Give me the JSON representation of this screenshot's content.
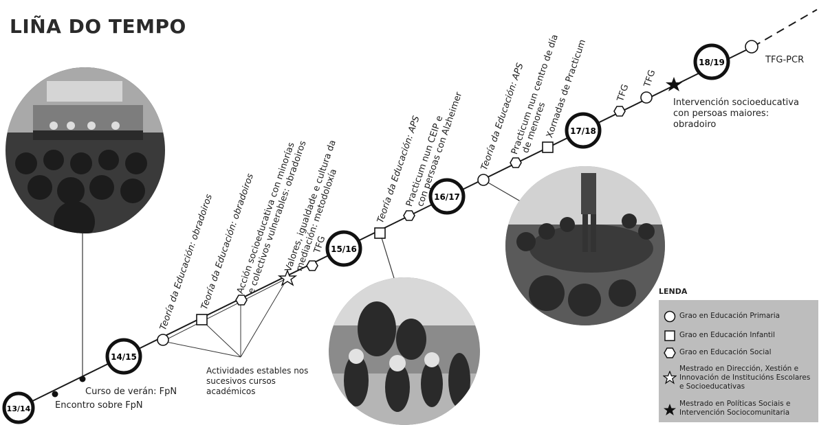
{
  "title": "LIÑA DO TEMPO",
  "years": [
    "13/14",
    "14/15",
    "15/16",
    "16/17",
    "17/18",
    "18/19"
  ],
  "labels": {
    "encontro": "Encontro sobre FpN",
    "curso_veran": "Curso de verán: FpN",
    "actividades": "Actividades estables nos sucesivos cursos académicos",
    "t_edu_obr_1": "Teoría da Educación: obradoiros",
    "t_edu_obr_2": "Teoría da Educación: obradoiros",
    "accion_1": "Acción socioeducativa con minorías",
    "accion_2": "e colectivos vulnerables: obradoiros",
    "valores_1": "Valores, igualdade e cultura da",
    "valores_2": "mediación: metodoloxía",
    "tfg_1": "TFG",
    "t_edu_aps_1": "Teoría da Educación: APS",
    "practicum_ceip_1": "Practicum nun CEIP e",
    "practicum_ceip_2": "con persoas con Alzheimer",
    "t_edu_aps_2": "Teoría da Educación: APS",
    "practicum_menores_1": "Practicum nun centro de día",
    "practicum_menores_2": "de menores",
    "xornadas": "Xornadas de Practicum",
    "tfg_2": "TFG",
    "tfg_3": "TFG",
    "intervencion_1": "Intervención socioeducativa",
    "intervencion_2": "con persoas maiores:",
    "intervencion_3": "obradoiro",
    "tfg_pcr": "TFG-PCR"
  },
  "legend": {
    "title": "LENDA",
    "items": [
      {
        "symbol": "circle",
        "label": "Grao en Educación Primaria"
      },
      {
        "symbol": "square",
        "label": "Grao en Educación Infantil"
      },
      {
        "symbol": "hexagon",
        "label": "Grao en Educación Social"
      },
      {
        "symbol": "star-outline",
        "label": "Mestrado en Dirección, Xestión e Innovación de Institucións Escolares e Socioeducativas"
      },
      {
        "symbol": "star-filled",
        "label": "Mestrado en Políticas Sociais e Intervención Sociocomunitaria"
      }
    ]
  }
}
